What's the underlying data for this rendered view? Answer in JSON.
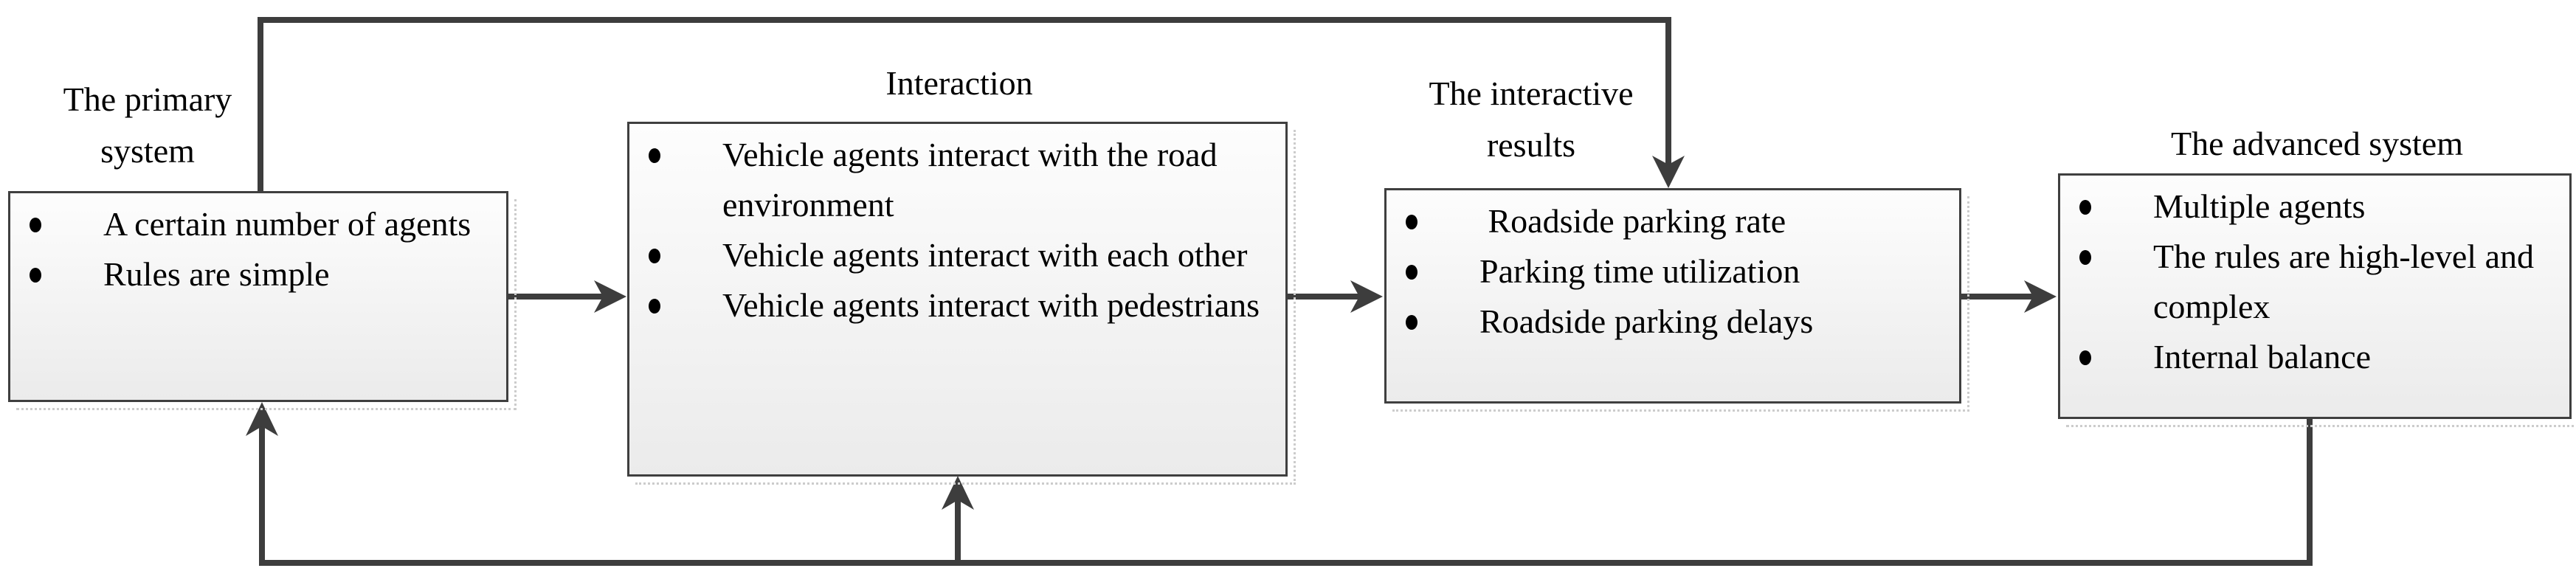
{
  "diagram": {
    "boxes": [
      {
        "title": "The primary system",
        "items": [
          "A certain number of agents",
          "Rules are simple"
        ]
      },
      {
        "title": "Interaction",
        "items": [
          "Vehicle agents interact with the road environment",
          "Vehicle agents interact with each other",
          "Vehicle agents interact with pedestrians"
        ]
      },
      {
        "title": "The interactive results",
        "items": [
          " Roadside parking rate",
          "Parking time utilization",
          "Roadside parking delays"
        ]
      },
      {
        "title": "The advanced system",
        "items": [
          "Multiple agents",
          "The rules are high-level and complex",
          "Internal balance"
        ]
      }
    ],
    "connections": [
      {
        "from": "The primary system",
        "to": "Interaction",
        "type": "forward-arrow"
      },
      {
        "from": "Interaction",
        "to": "The interactive results",
        "type": "forward-arrow"
      },
      {
        "from": "The interactive results",
        "to": "The advanced system",
        "type": "forward-arrow"
      },
      {
        "from": "The primary system",
        "to": "The interactive results",
        "type": "feedback-top"
      },
      {
        "from": "The advanced system",
        "to": "The primary system",
        "type": "feedback-bottom"
      },
      {
        "from": "The advanced system",
        "to": "Interaction",
        "type": "feedback-bottom-branch"
      }
    ],
    "colors": {
      "line": "#3d3d3d",
      "box_border": "#3f3f3f",
      "box_fill_top": "#fdfdfd",
      "box_fill_bottom": "#ebebeb",
      "shadow_dots": "#cccccc",
      "text": "#000000",
      "background": "#ffffff"
    }
  }
}
